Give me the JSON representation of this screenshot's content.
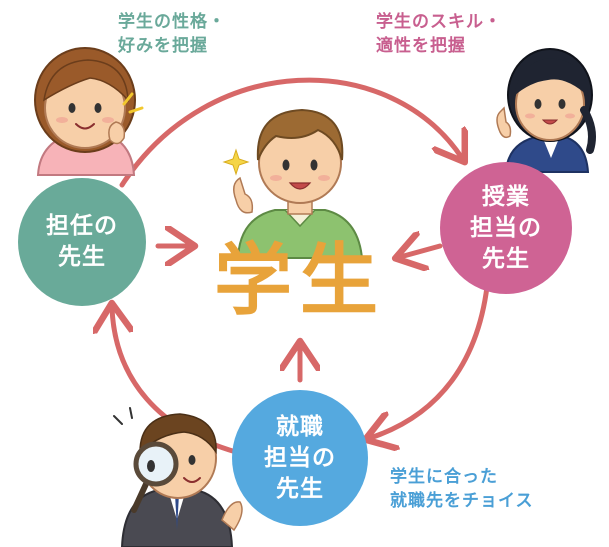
{
  "center": {
    "label": "学生",
    "color": "#e8a33a"
  },
  "captions": {
    "homeroom": {
      "lines": [
        "学生の性格・",
        "好みを把握"
      ],
      "color": "#6aa99a"
    },
    "subject": {
      "lines": [
        "学生のスキル・",
        "適性を把握"
      ],
      "color": "#c85f8f"
    },
    "career": {
      "lines": [
        "学生に合った",
        "就職先をチョイス"
      ],
      "color": "#4a9fd6"
    }
  },
  "nodes": {
    "homeroom": {
      "lines": [
        "担任の",
        "先生"
      ],
      "color": "#69aa99"
    },
    "subject": {
      "lines": [
        "授業",
        "担当の",
        "先生"
      ],
      "color": "#cf6394"
    },
    "career": {
      "lines": [
        "就職",
        "担当の",
        "先生"
      ],
      "color": "#55a9df"
    }
  },
  "arrow_color": "#d76868",
  "icons": [
    "student-illustration",
    "female-teacher-illustration",
    "subject-teacher-illustration",
    "male-teacher-illustration",
    "sparkle-icon",
    "magnifier-icon"
  ]
}
